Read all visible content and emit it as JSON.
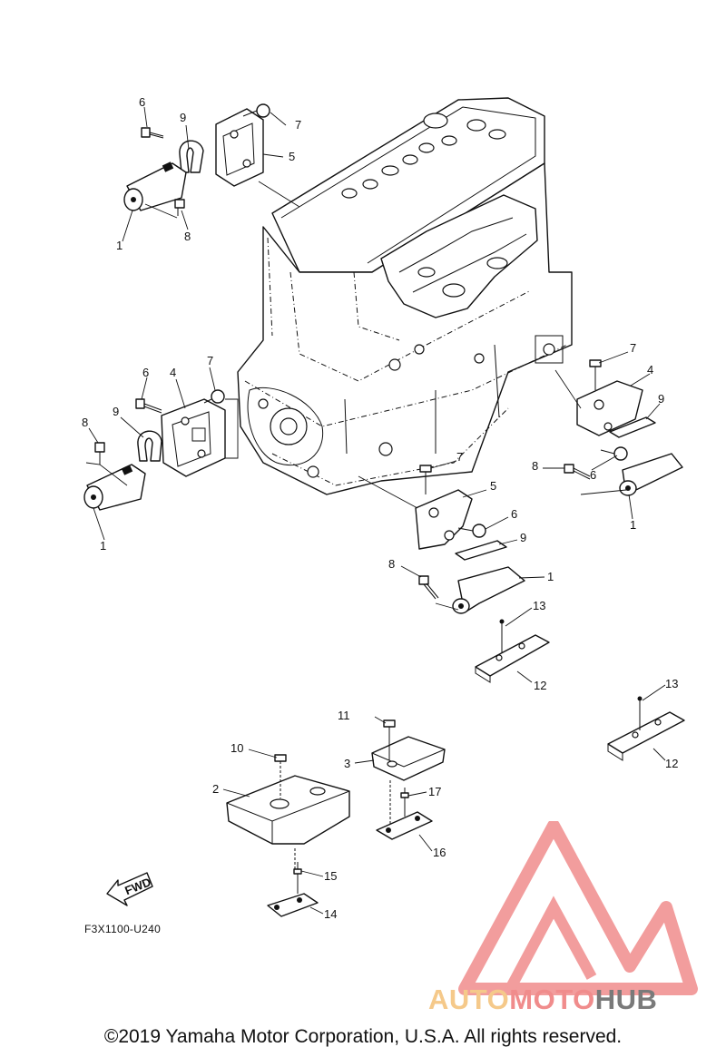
{
  "diagram": {
    "callouts": [
      "1",
      "1",
      "1",
      "1",
      "2",
      "3",
      "4",
      "4",
      "5",
      "5",
      "6",
      "6",
      "6",
      "6",
      "7",
      "7",
      "7",
      "7",
      "8",
      "8",
      "8",
      "8",
      "9",
      "9",
      "9",
      "9",
      "10",
      "11",
      "12",
      "12",
      "13",
      "13",
      "14",
      "15",
      "16",
      "17"
    ],
    "fwd_label": "FWD",
    "figure_code": "F3X1100-U240"
  },
  "footer": {
    "copyright": "©2019 Yamaha Motor Corporation, U.S.A. All rights reserved."
  },
  "watermark": {
    "word_part1": "AUTO",
    "word_part2": "MOTO",
    "word_part3": "HUB",
    "colors": {
      "triangle": "#f08c8c",
      "auto": "#f5c98a",
      "moto": "#f08c8c",
      "hub": "#7a7a7a"
    }
  }
}
